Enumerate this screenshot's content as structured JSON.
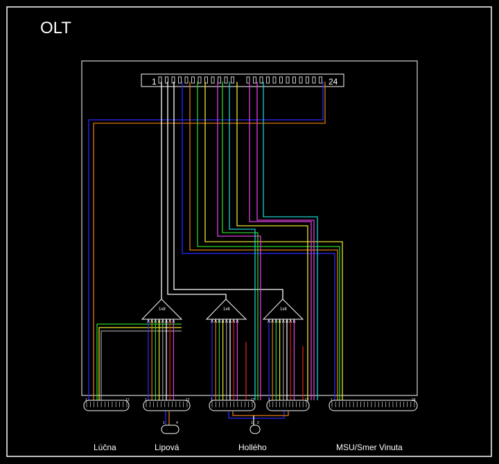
{
  "title": "OLT",
  "odf": {
    "first_port": "1",
    "last_port": "24"
  },
  "splitter_label": "1x8",
  "cassettes": [
    {
      "name": "Lúčna",
      "start": "1",
      "end": "12"
    },
    {
      "name": "Lipová",
      "start": "1",
      "end": "12"
    },
    {
      "name": "Hollého",
      "start": "1",
      "end": "12"
    },
    {
      "name": "MSU/Smer Vinuta",
      "start": "1",
      "end": "24"
    }
  ],
  "mini_cassettes": [
    {
      "start": "1",
      "end": "4"
    },
    {
      "start": "1",
      "end": "2"
    }
  ],
  "colors": {
    "background": "#000000",
    "frame": "#ffffff",
    "fiber_blue": "#2a2aff",
    "fiber_orange": "#e07a10",
    "fiber_green": "#2ad12a",
    "fiber_yellow": "#e8e82a",
    "fiber_magenta": "#e040e0",
    "fiber_cyan": "#20d0d0",
    "fiber_red": "#e02020",
    "fiber_grey": "#9a9a9a",
    "fiber_white": "#ffffff"
  }
}
